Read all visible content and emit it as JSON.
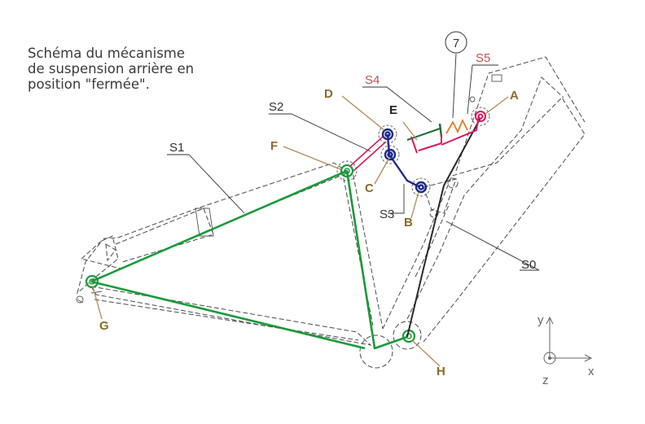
{
  "caption": {
    "line1": "Schéma du mécanisme",
    "line2": "de suspension arrière en",
    "line3": "position \"fermée\"."
  },
  "labels": {
    "S0": "S0",
    "S1": "S1",
    "S2": "S2",
    "S3": "S3",
    "S4": "S4",
    "S5": "S5",
    "num7": "7",
    "A": "A",
    "B": "B",
    "C": "C",
    "D": "D",
    "E": "E",
    "F": "F",
    "G": "G",
    "H": "H"
  },
  "axes": {
    "x": "x",
    "y": "y",
    "z": "z"
  },
  "colors": {
    "green": "#1a9a3a",
    "blue": "#1f2a8a",
    "red": "#d81b60",
    "darkgreen": "#1e6b3a",
    "label_gold": "#8a6a2a",
    "leader_tan": "#b08a58",
    "frame_dash": "#4a4a4a",
    "label_dark": "#222222",
    "s4_red": "#c0504d",
    "spring_orange": "#e07a20"
  }
}
